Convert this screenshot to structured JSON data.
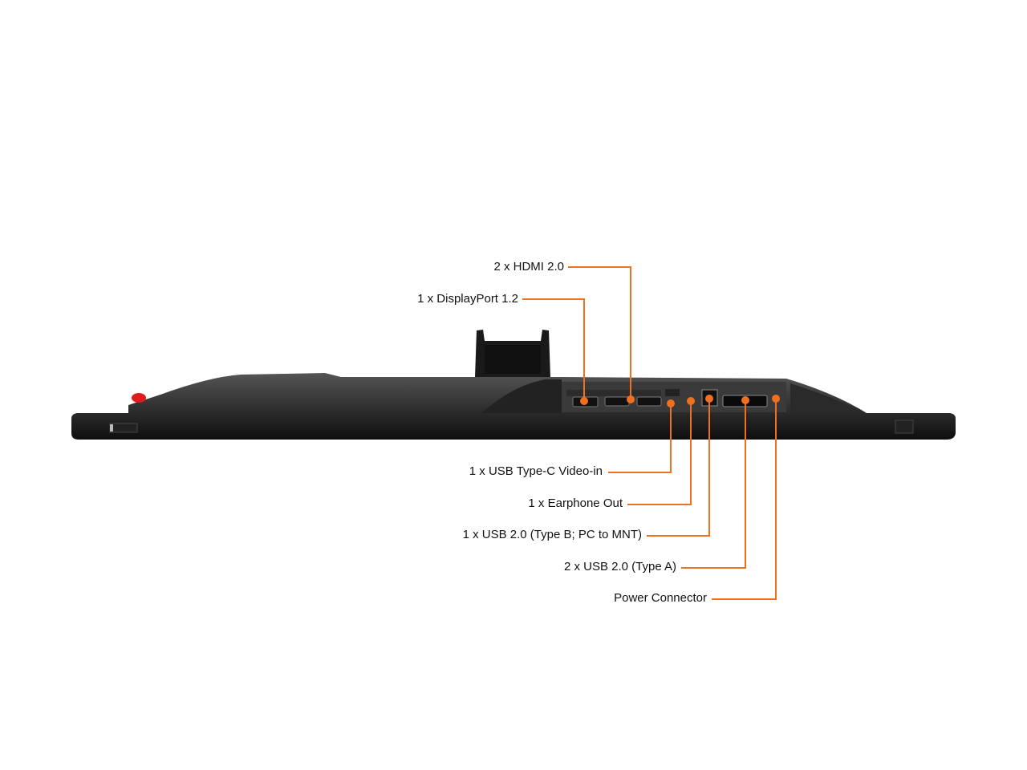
{
  "colors": {
    "accent": "#f07020",
    "body": "#1b1b1b",
    "button": "#e01b1b"
  },
  "callouts": [
    {
      "id": "hdmi",
      "label": "2 x HDMI 2.0"
    },
    {
      "id": "displayport",
      "label": "1 x DisplayPort 1.2"
    },
    {
      "id": "usb-c",
      "label": "1 x USB Type-C Video-in"
    },
    {
      "id": "earphone",
      "label": "1 x Earphone Out"
    },
    {
      "id": "usb-b",
      "label": "1 x USB 2.0 (Type B; PC to MNT)"
    },
    {
      "id": "usb-a",
      "label": "2 x USB 2.0 (Type A)"
    },
    {
      "id": "power",
      "label": "Power Connector"
    }
  ]
}
